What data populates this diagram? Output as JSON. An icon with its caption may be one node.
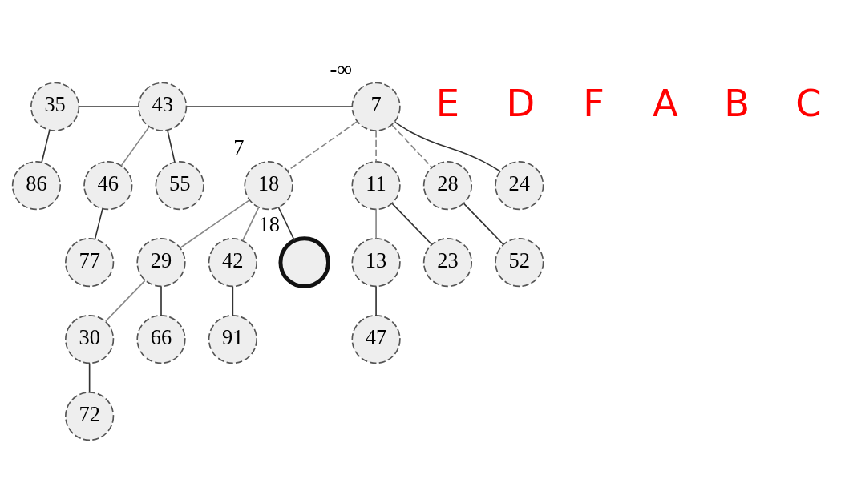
{
  "diagram": {
    "nodes": [
      {
        "text": [
          "35"
        ]
      },
      {
        "text": [
          "43"
        ]
      },
      {
        "text": [
          "7"
        ],
        "beside": [
          "-∞"
        ]
      },
      {
        "text": [
          "86"
        ]
      },
      {
        "text": [
          "46"
        ]
      },
      {
        "text": [
          "55"
        ]
      },
      {
        "text": [
          "18"
        ],
        "beside": [
          "7"
        ]
      },
      {
        "text": [
          "11"
        ]
      },
      {
        "text": [
          "28"
        ]
      },
      {
        "text": [
          "24"
        ]
      },
      {
        "text": [
          "77"
        ]
      },
      {
        "text": [
          "29"
        ]
      },
      {
        "text": [
          "42"
        ]
      },
      {
        "text": [],
        "shape": "circle",
        "beside": [
          "18"
        ]
      },
      {
        "text": [
          "13"
        ]
      },
      {
        "text": [
          "23"
        ]
      },
      {
        "text": [
          "52"
        ]
      },
      {
        "text": [
          "30"
        ]
      },
      {
        "text": [
          "66"
        ]
      },
      {
        "text": [
          "91"
        ]
      },
      {
        "text": [
          "47"
        ]
      },
      {
        "text": [
          "72"
        ]
      }
    ],
    "edges": [
      {
        "from": 0,
        "to": 1,
        "arrow": "none"
      },
      {
        "from": 1,
        "to": 2,
        "arrow": "none"
      },
      {
        "from": 0,
        "to": 3,
        "arrow": "none"
      },
      {
        "from": 1,
        "to": 4,
        "arrow": "none",
        "color": "#888888"
      },
      {
        "from": 1,
        "to": 5,
        "arrow": "none"
      },
      {
        "from": 4,
        "to": 10,
        "arrow": "none"
      },
      {
        "from": 2,
        "to": 6,
        "arrow": "none",
        "style": "dashed",
        "color": "#888888"
      },
      {
        "from": 2,
        "to": 7,
        "arrow": "none",
        "style": "dashed",
        "color": "#888888"
      },
      {
        "from": 2,
        "to": 8,
        "arrow": "none",
        "style": "dashed",
        "color": "#888888"
      },
      {
        "from": 2,
        "to": 9,
        "arrow": "none"
      },
      {
        "from": 6,
        "to": 11,
        "arrow": "none",
        "color": "#888888"
      },
      {
        "from": 6,
        "to": 12,
        "arrow": "none",
        "color": "#888888"
      },
      {
        "from": 6,
        "to": 13,
        "arrow": "none"
      },
      {
        "from": 7,
        "to": 14,
        "arrow": "none",
        "color": "#888888"
      },
      {
        "from": 7,
        "to": 15,
        "arrow": "none"
      },
      {
        "from": 8,
        "to": 16,
        "arrow": "none"
      },
      {
        "from": 11,
        "to": 17,
        "arrow": "none",
        "color": "#888888"
      },
      {
        "from": 11,
        "to": 18,
        "arrow": "none"
      },
      {
        "from": 12,
        "to": 19,
        "arrow": "none"
      },
      {
        "from": 14,
        "to": 20,
        "arrow": "none"
      },
      {
        "from": 17,
        "to": 21,
        "arrow": "none"
      }
    ],
    "labels": [
      "E",
      "D",
      "F",
      "A",
      "B",
      "C"
    ]
  }
}
